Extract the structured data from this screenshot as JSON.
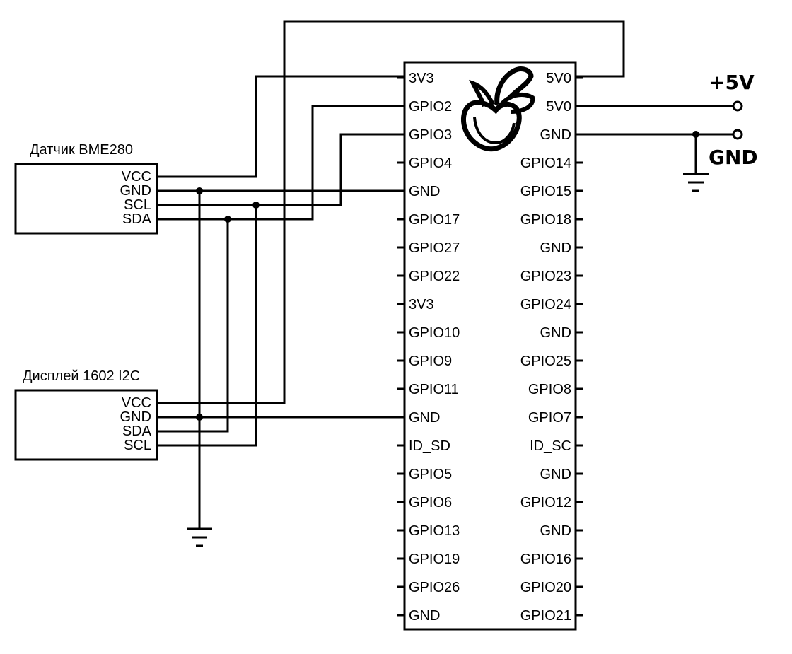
{
  "modules": {
    "sensor": {
      "title": "Датчик BME280",
      "pins": [
        "VCC",
        "GND",
        "SCL",
        "SDA"
      ]
    },
    "display": {
      "title": "Дисплей 1602 I2C",
      "pins": [
        "VCC",
        "GND",
        "SDA",
        "SCL"
      ]
    }
  },
  "board": {
    "left_pins": [
      "3V3",
      "GPIO2",
      "GPIO3",
      "GPIO4",
      "GND",
      "GPIO17",
      "GPIO27",
      "GPIO22",
      "3V3",
      "GPIO10",
      "GPIO9",
      "GPIO11",
      "GND",
      "ID_SD",
      "GPIO5",
      "GPIO6",
      "GPIO13",
      "GPIO19",
      "GPIO26",
      "GND"
    ],
    "right_pins": [
      "5V0",
      "5V0",
      "GND",
      "GPIO14",
      "GPIO15",
      "GPIO18",
      "GND",
      "GPIO23",
      "GPIO24",
      "GND",
      "GPIO25",
      "GPIO8",
      "GPIO7",
      "ID_SC",
      "GND",
      "GPIO12",
      "GND",
      "GPIO16",
      "GPIO20",
      "GPIO21"
    ],
    "logo_icon": "raspberry-logo-icon"
  },
  "power": {
    "plus5v": "+5V",
    "gnd": "GND"
  }
}
